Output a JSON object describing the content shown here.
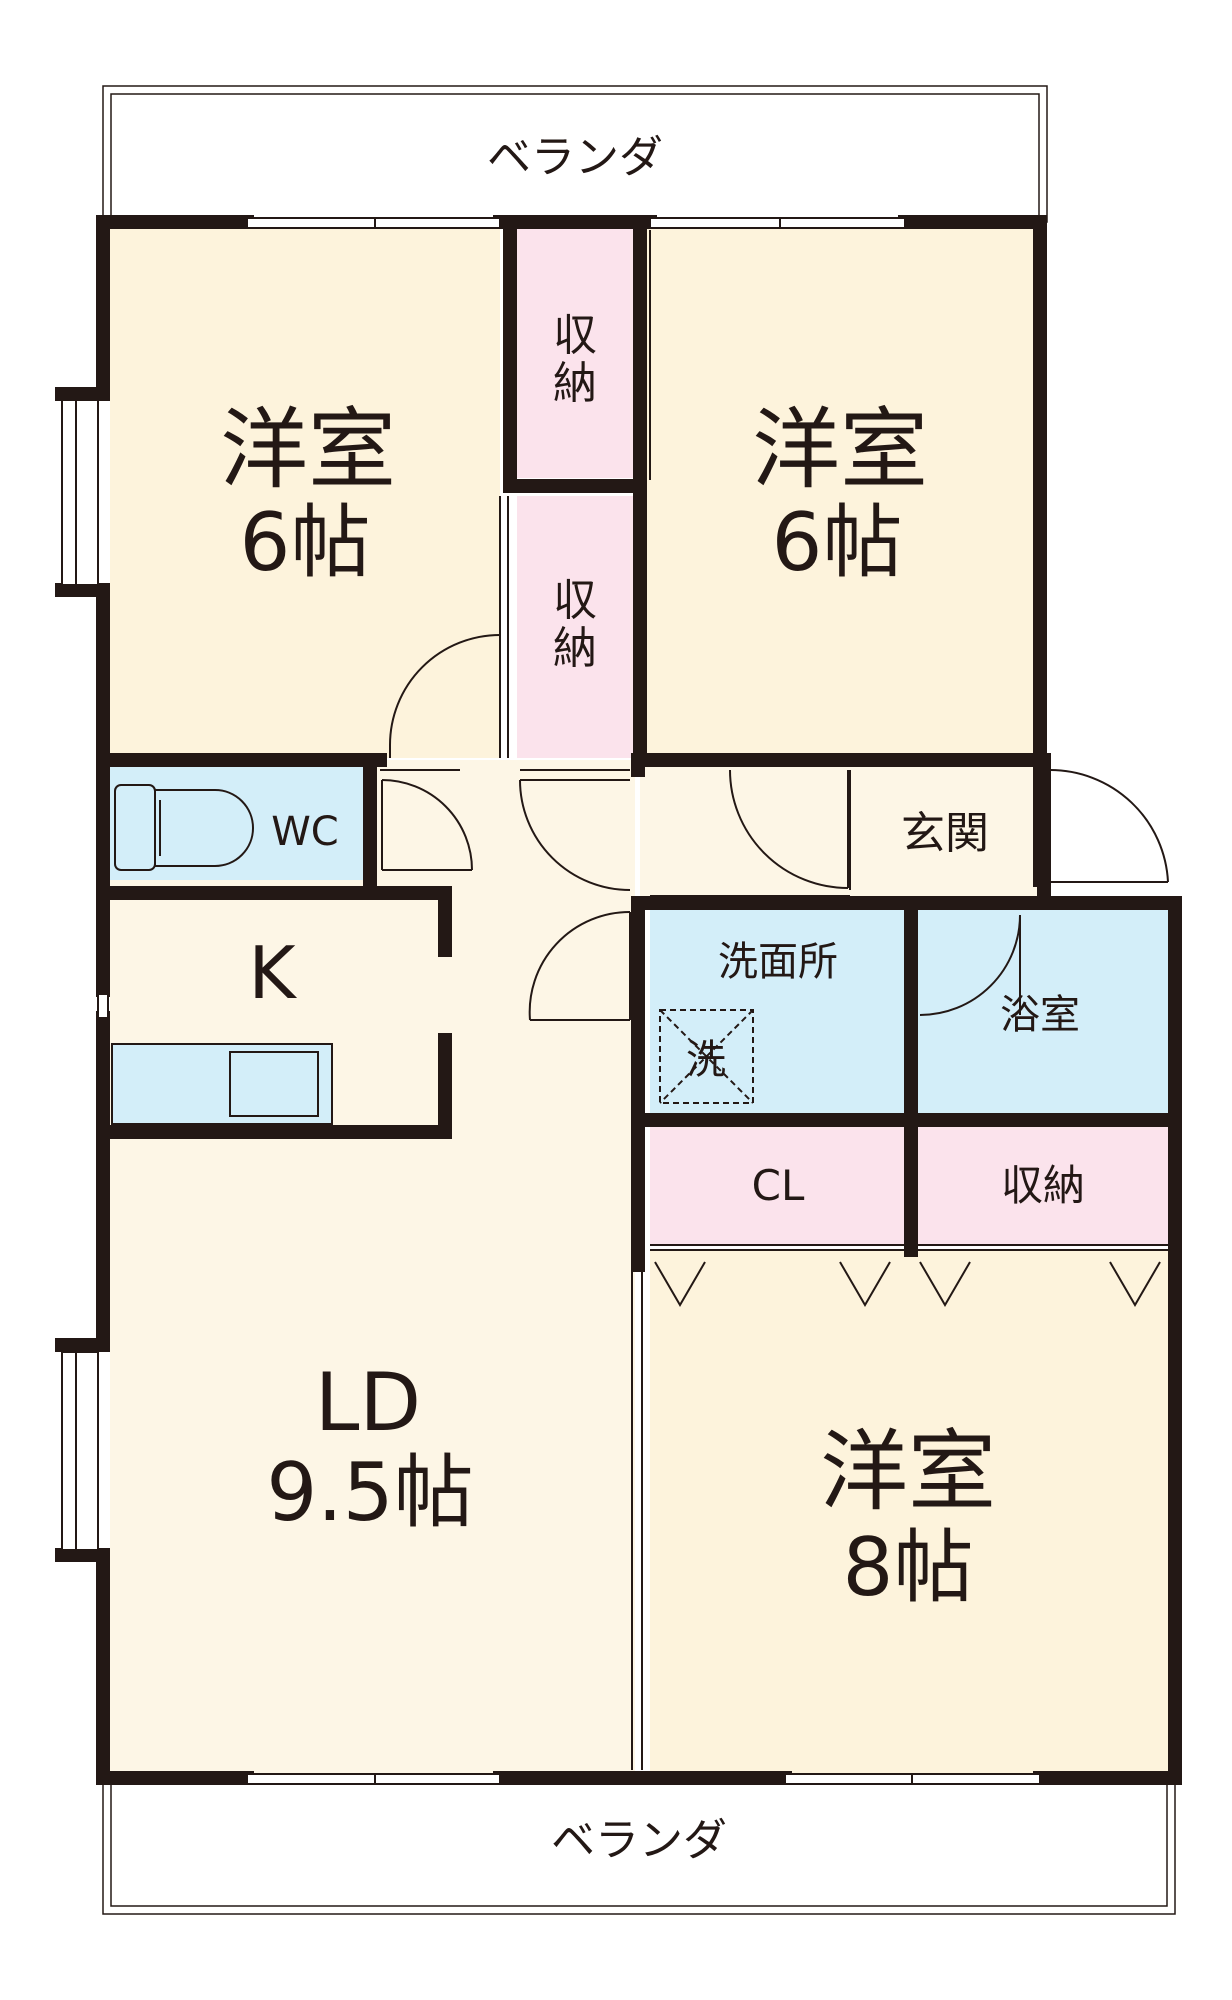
{
  "floorplan": {
    "veranda_top": "ベランダ",
    "veranda_bottom": "ベランダ",
    "rooms": {
      "bedroom_nw": {
        "name": "洋室",
        "size": "6帖"
      },
      "bedroom_ne": {
        "name": "洋室",
        "size": "6帖"
      },
      "bedroom_se": {
        "name": "洋室",
        "size": "8帖"
      },
      "living_dining": {
        "name": "LD",
        "size": "9.5帖"
      },
      "kitchen": {
        "name": "K"
      },
      "toilet": {
        "name": "WC"
      },
      "entrance": {
        "name": "玄関"
      },
      "washroom": {
        "name": "洗面所"
      },
      "washer": {
        "name": "洗"
      },
      "bathroom": {
        "name": "浴室"
      },
      "closet": {
        "name": "CL"
      },
      "storage_hall": {
        "name": "収納"
      },
      "storage_upper": {
        "chars": [
          "収",
          "納"
        ]
      },
      "storage_lower": {
        "chars": [
          "収",
          "納"
        ]
      }
    },
    "colors": {
      "wall": "#231815",
      "room_fill": "#fdf3dc",
      "ld_fill": "#fdf6e6",
      "wet_fill": "#d3eef9",
      "storage_fill": "#fbe3ec",
      "veranda_fill": "#ffffff"
    }
  }
}
